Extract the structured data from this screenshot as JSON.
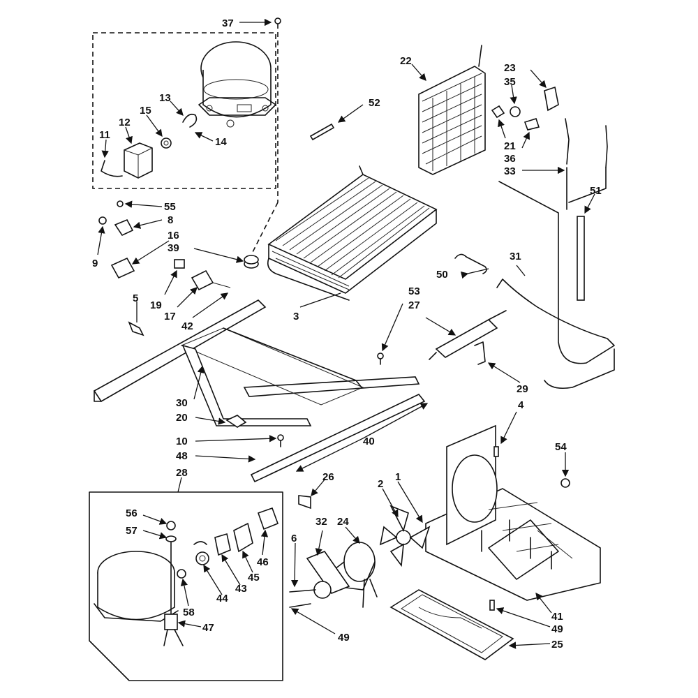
{
  "labels": {
    "l37": "37",
    "l52": "52",
    "l22": "22",
    "l23": "23",
    "l35": "35",
    "l13": "13",
    "l15": "15",
    "l12": "12",
    "l11": "11",
    "l14": "14",
    "l21": "21",
    "l36": "36",
    "l33": "33",
    "l51": "51",
    "l55": "55",
    "l8": "8",
    "l16": "16",
    "l39": "39",
    "l9": "9",
    "l5": "5",
    "l19": "19",
    "l17": "17",
    "l42": "42",
    "l3": "3",
    "l50": "50",
    "l53": "53",
    "l27": "27",
    "l31": "31",
    "l29": "29",
    "l4": "4",
    "l30": "30",
    "l20": "20",
    "l10": "10",
    "l48": "48",
    "l40": "40",
    "l28": "28",
    "l26": "26",
    "l54": "54",
    "l56": "56",
    "l57": "57",
    "l6": "6",
    "l32": "32",
    "l24": "24",
    "l2": "2",
    "l1": "1",
    "l46": "46",
    "l45": "45",
    "l43": "43",
    "l44": "44",
    "l58": "58",
    "l47": "47",
    "l49a": "49",
    "l41": "41",
    "l49b": "49",
    "l25": "25"
  }
}
